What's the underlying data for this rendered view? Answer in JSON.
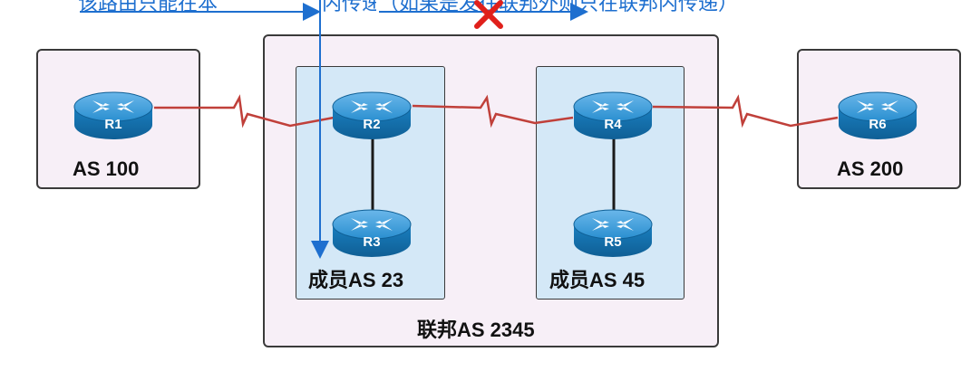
{
  "top_caption": {
    "left": "该路由只能在本",
    "middle": "内传递",
    "right": "（如果是发往联邦外则只在联邦内传递）"
  },
  "routers": [
    {
      "label": "R1"
    },
    {
      "label": "R2"
    },
    {
      "label": "R3"
    },
    {
      "label": "R4"
    },
    {
      "label": "R5"
    },
    {
      "label": "R6"
    }
  ],
  "as_boxes": {
    "as100": "AS 100",
    "as200": "AS 200",
    "member23": "成员AS 23",
    "member45": "成员AS 45",
    "confed": "联邦AS 2345"
  },
  "colors": {
    "serial_link": "#c0403a",
    "ethernet_link": "#1a1a1a",
    "arrow": "#1e6fcf",
    "cross": "#e0201b",
    "router_body": "#1a7fc0"
  }
}
